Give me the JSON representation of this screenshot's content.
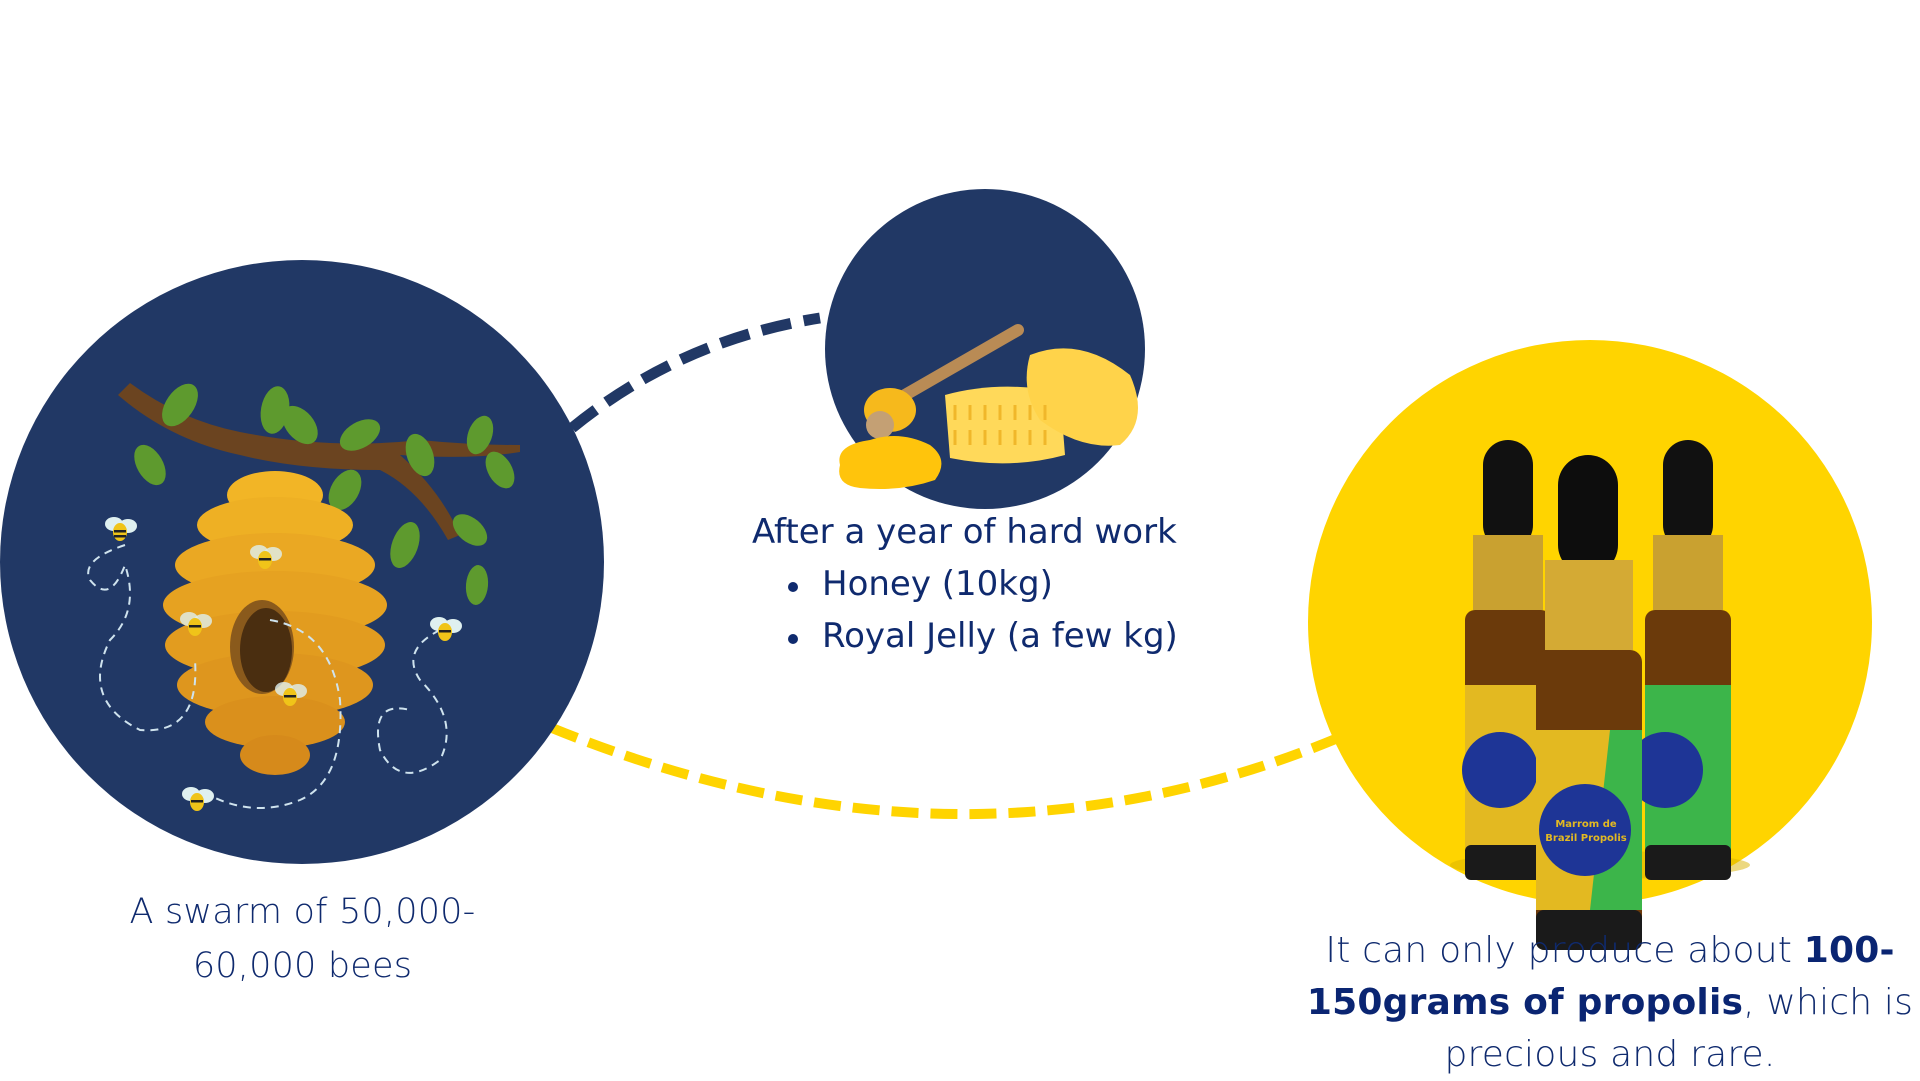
{
  "colors": {
    "navy": "#213865",
    "yellow": "#ffd400",
    "text": "#0f2a6e",
    "honey": "#f6b91c",
    "comb": "#ffd95a",
    "leaf": "#5e9a2e",
    "branch": "#5b3a17"
  },
  "stages": [
    {
      "id": "swarm",
      "illustration": "beehive-on-branch-with-bees",
      "caption_lines": [
        "A swarm of 50,000-",
        "60,000 bees"
      ]
    },
    {
      "id": "yield",
      "illustration": "honey-dipper-and-honeycomb",
      "heading": "After a year of hard work",
      "bullets": [
        "Honey (10kg)",
        "Royal Jelly (a few kg)"
      ]
    },
    {
      "id": "propolis",
      "illustration": "propolis-dropper-bottles",
      "product_label": [
        "Marrom de",
        "Brazil Propolis"
      ],
      "caption_prefix": "It can only produce about ",
      "caption_bold": "100-150grams of propolis",
      "caption_suffix": ", which is precious and rare."
    }
  ],
  "connectors": [
    {
      "from": "swarm",
      "to": "yield",
      "style": "dashed",
      "color": "navy"
    },
    {
      "from": "swarm",
      "to": "propolis",
      "style": "dashed",
      "color": "yellow"
    }
  ]
}
